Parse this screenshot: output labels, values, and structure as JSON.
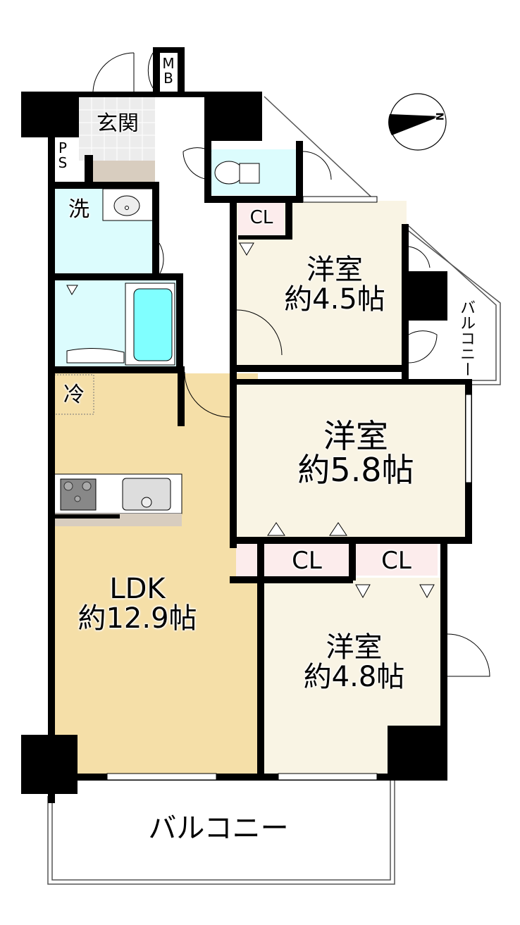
{
  "title": "Floor plan 3LDK",
  "colors": {
    "wall": "#000000",
    "ldk_floor": "#f5dfa8",
    "western_room_floor": "#f9f4e4",
    "wet_area": "#dcfcfd",
    "bathtub": "#80ffff",
    "closet": "#fcecec",
    "entrance_tile": "#ececec",
    "entrance_step": "#d8cdbf",
    "kitchen_counter_back": "#d8cdbf"
  },
  "compass": {
    "label": "N",
    "direction": "east-north-east"
  },
  "rooms": {
    "mb": {
      "label": "MB"
    },
    "ps": {
      "label": "PS"
    },
    "entrance": {
      "label": "玄関"
    },
    "washroom": {
      "label": "洗"
    },
    "fridge": {
      "label": "冷"
    },
    "western1": {
      "name": "洋室",
      "size": "約4.5帖"
    },
    "western2": {
      "name": "洋室",
      "size": "約5.8帖"
    },
    "western3": {
      "name": "洋室",
      "size": "約4.8帖"
    },
    "ldk": {
      "name": "LDK",
      "size": "約12.9帖"
    },
    "closet1": {
      "label": "CL"
    },
    "closet2": {
      "label": "CL"
    },
    "closet3": {
      "label": "CL"
    },
    "balcony_side": {
      "label": "バルコニー"
    },
    "balcony_main": {
      "label": "バルコニー"
    }
  }
}
